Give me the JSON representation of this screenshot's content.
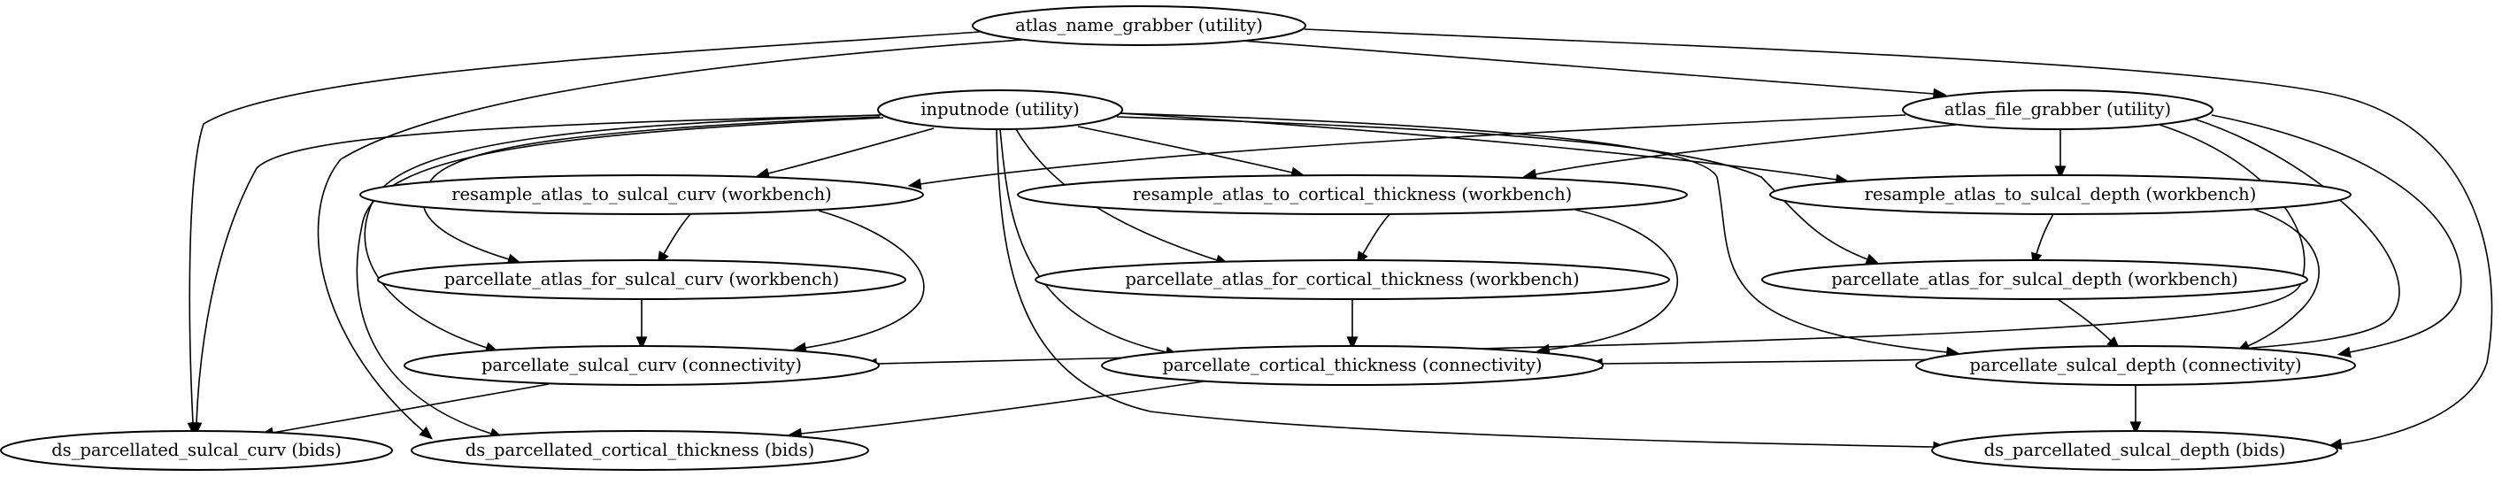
{
  "graph": {
    "nodes": [
      {
        "id": "atlas_name_grabber",
        "label": "atlas_name_grabber (utility)"
      },
      {
        "id": "inputnode",
        "label": "inputnode (utility)"
      },
      {
        "id": "atlas_file_grabber",
        "label": "atlas_file_grabber (utility)"
      },
      {
        "id": "resample_atlas_to_sulcal_curv",
        "label": "resample_atlas_to_sulcal_curv (workbench)"
      },
      {
        "id": "resample_atlas_to_cortical_thickness",
        "label": "resample_atlas_to_cortical_thickness (workbench)"
      },
      {
        "id": "resample_atlas_to_sulcal_depth",
        "label": "resample_atlas_to_sulcal_depth (workbench)"
      },
      {
        "id": "parcellate_atlas_for_sulcal_curv",
        "label": "parcellate_atlas_for_sulcal_curv (workbench)"
      },
      {
        "id": "parcellate_atlas_for_cortical_thickness",
        "label": "parcellate_atlas_for_cortical_thickness (workbench)"
      },
      {
        "id": "parcellate_atlas_for_sulcal_depth",
        "label": "parcellate_atlas_for_sulcal_depth (workbench)"
      },
      {
        "id": "parcellate_sulcal_curv",
        "label": "parcellate_sulcal_curv (connectivity)"
      },
      {
        "id": "parcellate_cortical_thickness",
        "label": "parcellate_cortical_thickness (connectivity)"
      },
      {
        "id": "parcellate_sulcal_depth",
        "label": "parcellate_sulcal_depth (connectivity)"
      },
      {
        "id": "ds_parcellated_sulcal_curv",
        "label": "ds_parcellated_sulcal_curv (bids)"
      },
      {
        "id": "ds_parcellated_cortical_thickness",
        "label": "ds_parcellated_cortical_thickness (bids)"
      },
      {
        "id": "ds_parcellated_sulcal_depth",
        "label": "ds_parcellated_sulcal_depth (bids)"
      }
    ],
    "edges": [
      {
        "from": "atlas_name_grabber",
        "to": "atlas_file_grabber"
      },
      {
        "from": "atlas_name_grabber",
        "to": "ds_parcellated_sulcal_curv"
      },
      {
        "from": "atlas_name_grabber",
        "to": "ds_parcellated_cortical_thickness"
      },
      {
        "from": "atlas_name_grabber",
        "to": "ds_parcellated_sulcal_depth"
      },
      {
        "from": "inputnode",
        "to": "resample_atlas_to_sulcal_curv"
      },
      {
        "from": "inputnode",
        "to": "resample_atlas_to_cortical_thickness"
      },
      {
        "from": "inputnode",
        "to": "resample_atlas_to_sulcal_depth"
      },
      {
        "from": "inputnode",
        "to": "parcellate_atlas_for_sulcal_curv"
      },
      {
        "from": "inputnode",
        "to": "parcellate_atlas_for_cortical_thickness"
      },
      {
        "from": "inputnode",
        "to": "parcellate_atlas_for_sulcal_depth"
      },
      {
        "from": "inputnode",
        "to": "parcellate_sulcal_curv"
      },
      {
        "from": "inputnode",
        "to": "parcellate_cortical_thickness"
      },
      {
        "from": "inputnode",
        "to": "parcellate_sulcal_depth"
      },
      {
        "from": "inputnode",
        "to": "ds_parcellated_sulcal_curv"
      },
      {
        "from": "inputnode",
        "to": "ds_parcellated_cortical_thickness"
      },
      {
        "from": "inputnode",
        "to": "ds_parcellated_sulcal_depth"
      },
      {
        "from": "atlas_file_grabber",
        "to": "resample_atlas_to_sulcal_curv"
      },
      {
        "from": "atlas_file_grabber",
        "to": "resample_atlas_to_cortical_thickness"
      },
      {
        "from": "atlas_file_grabber",
        "to": "resample_atlas_to_sulcal_depth"
      },
      {
        "from": "atlas_file_grabber",
        "to": "parcellate_sulcal_curv"
      },
      {
        "from": "atlas_file_grabber",
        "to": "parcellate_cortical_thickness"
      },
      {
        "from": "atlas_file_grabber",
        "to": "parcellate_sulcal_depth"
      },
      {
        "from": "resample_atlas_to_sulcal_curv",
        "to": "parcellate_atlas_for_sulcal_curv"
      },
      {
        "from": "resample_atlas_to_sulcal_curv",
        "to": "parcellate_sulcal_curv"
      },
      {
        "from": "resample_atlas_to_cortical_thickness",
        "to": "parcellate_atlas_for_cortical_thickness"
      },
      {
        "from": "resample_atlas_to_cortical_thickness",
        "to": "parcellate_cortical_thickness"
      },
      {
        "from": "resample_atlas_to_sulcal_depth",
        "to": "parcellate_atlas_for_sulcal_depth"
      },
      {
        "from": "resample_atlas_to_sulcal_depth",
        "to": "parcellate_sulcal_depth"
      },
      {
        "from": "parcellate_atlas_for_sulcal_curv",
        "to": "parcellate_sulcal_curv"
      },
      {
        "from": "parcellate_atlas_for_cortical_thickness",
        "to": "parcellate_cortical_thickness"
      },
      {
        "from": "parcellate_atlas_for_sulcal_depth",
        "to": "parcellate_sulcal_depth"
      },
      {
        "from": "parcellate_sulcal_curv",
        "to": "ds_parcellated_sulcal_curv"
      },
      {
        "from": "parcellate_cortical_thickness",
        "to": "ds_parcellated_cortical_thickness"
      },
      {
        "from": "parcellate_sulcal_depth",
        "to": "ds_parcellated_sulcal_depth"
      }
    ]
  }
}
